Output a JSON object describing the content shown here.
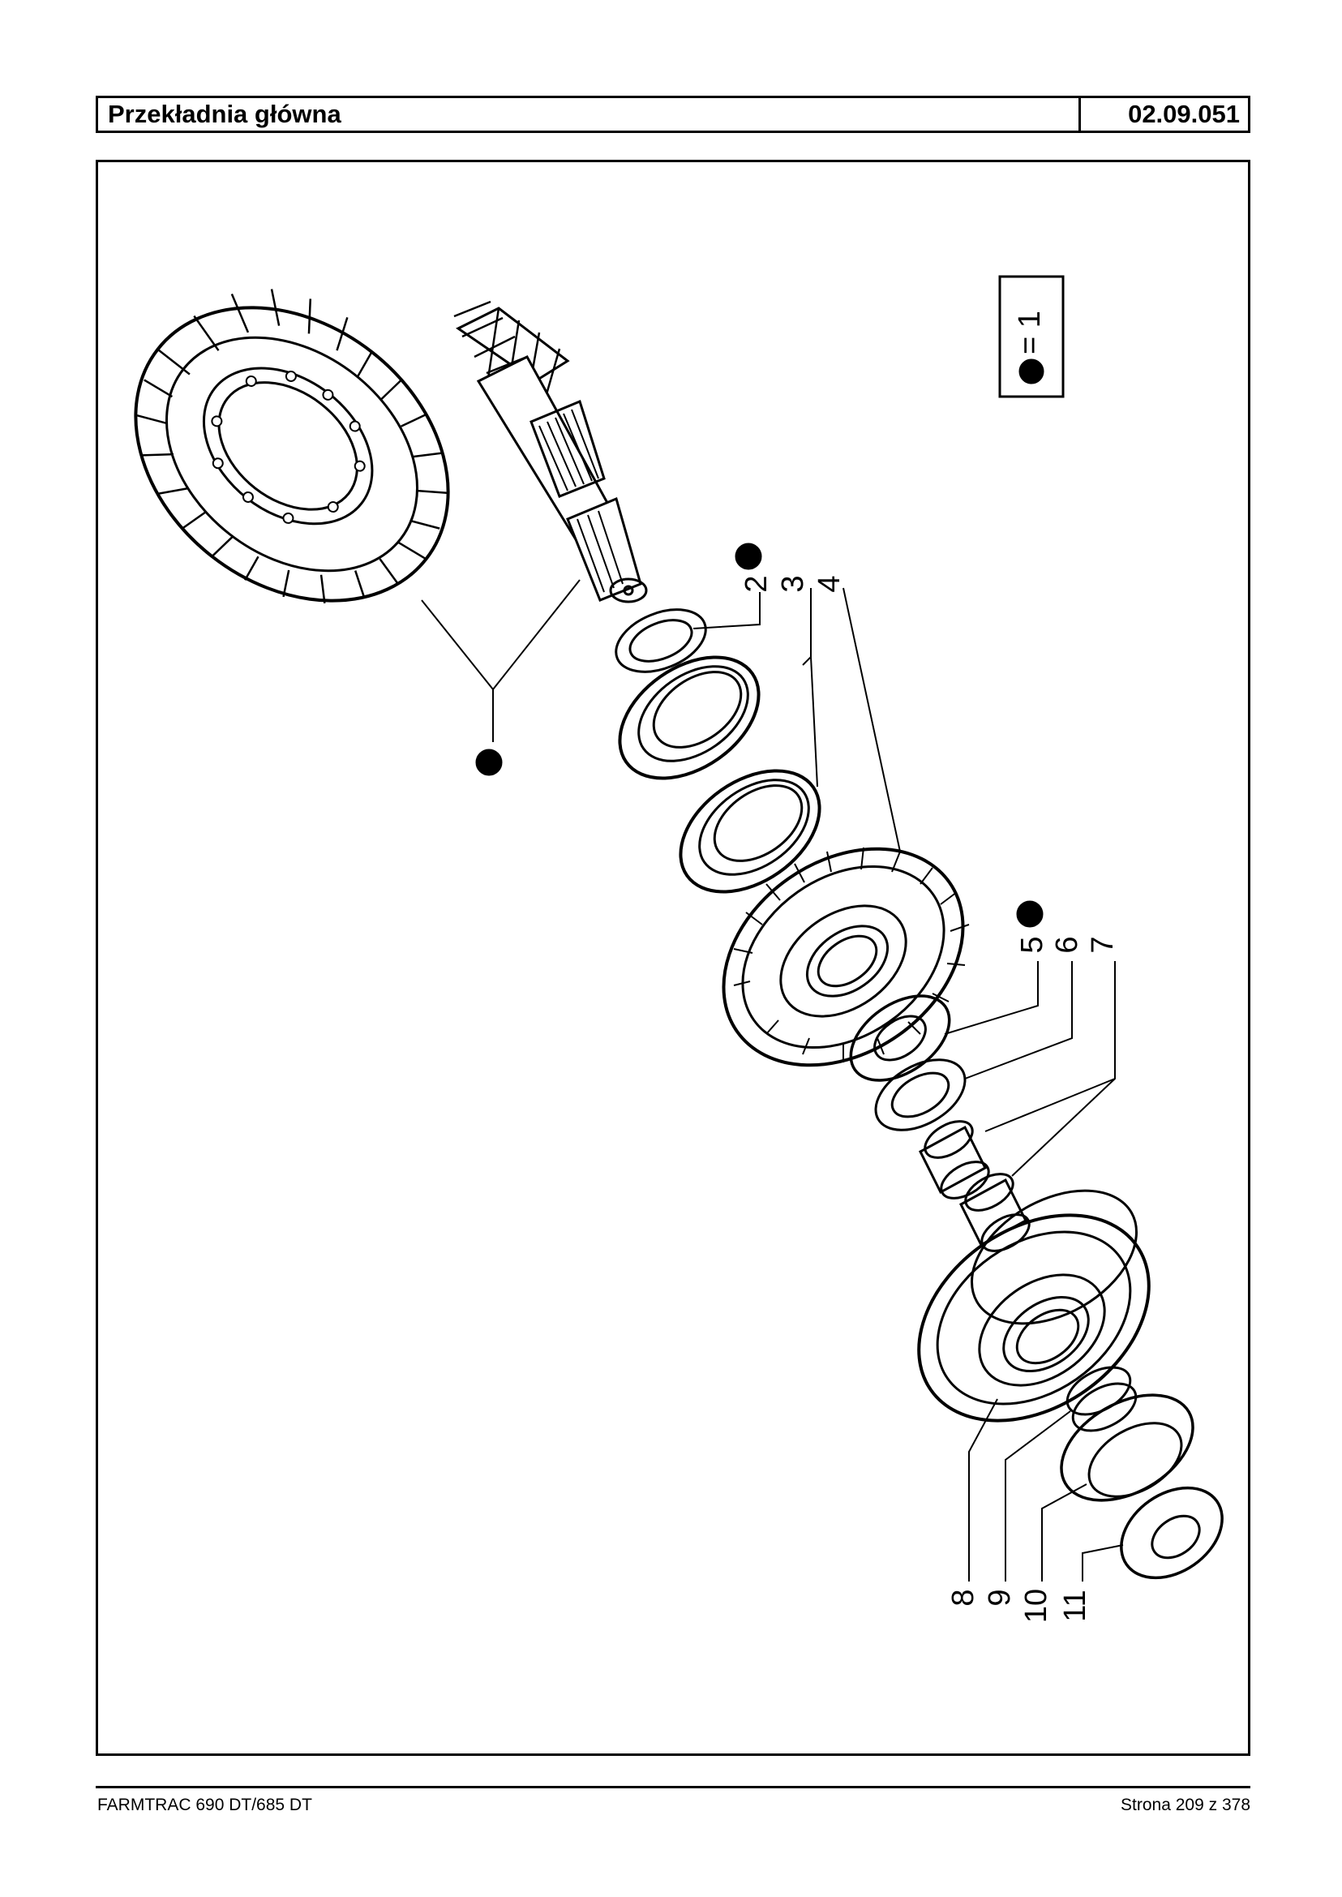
{
  "header": {
    "title": "Przekładnia główna",
    "code": "02.09.051"
  },
  "legend": {
    "text": "= 1"
  },
  "callouts": [
    "2",
    "3",
    "4",
    "5",
    "6",
    "7",
    "8",
    "9",
    "10",
    "11"
  ],
  "footer": {
    "left": "FARMTRAC 690 DT/685 DT",
    "right": "Strona 209 z 378"
  },
  "colors": {
    "line": "#000000",
    "background": "#ffffff"
  }
}
